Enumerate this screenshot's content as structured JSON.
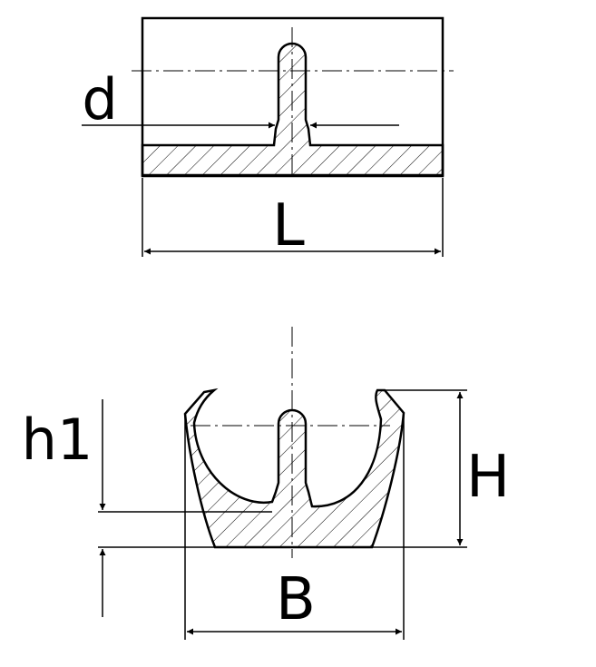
{
  "labels": {
    "d": "d",
    "L": "L",
    "h1": "h1",
    "H": "H",
    "B": "B"
  },
  "colors": {
    "line": "#000000",
    "background": "#ffffff"
  }
}
